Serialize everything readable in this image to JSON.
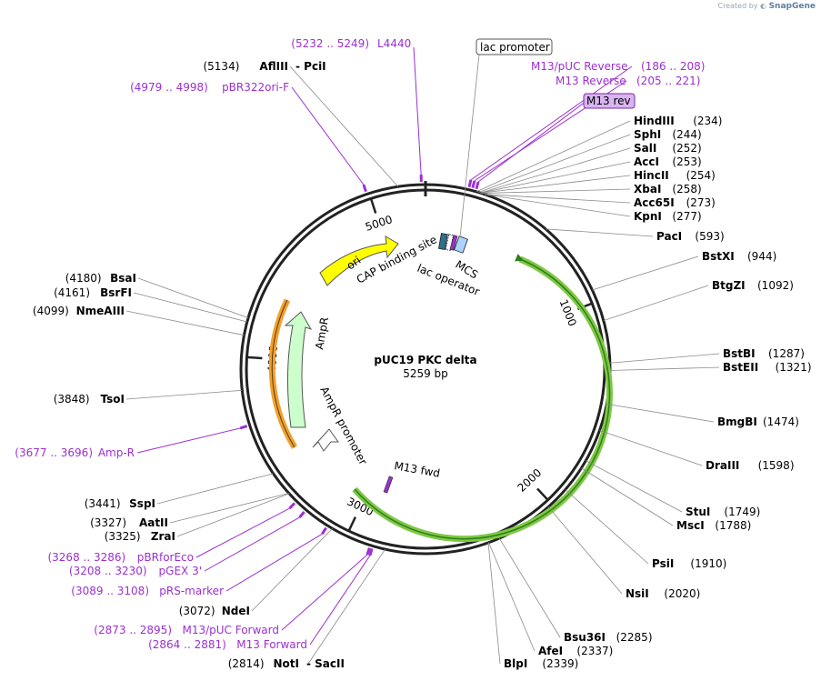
{
  "header": {
    "created_by": "Created by",
    "app_name": "SnapGene"
  },
  "plasmid": {
    "name": "pUC19 PKC delta",
    "length_label": "5259 bp",
    "length": 5259
  },
  "ticks": [
    {
      "pos": 1000,
      "label": "1000"
    },
    {
      "pos": 2000,
      "label": "2000"
    },
    {
      "pos": 3000,
      "label": "3000"
    },
    {
      "pos": 4000,
      "label": "4000"
    },
    {
      "pos": 5000,
      "label": "5000"
    }
  ],
  "enzymes": [
    {
      "name": "HindIII",
      "pos_label": "(234)",
      "pos": 234
    },
    {
      "name": "SphI",
      "pos_label": "(244)",
      "pos": 244
    },
    {
      "name": "SalI",
      "pos_label": "(252)",
      "pos": 252
    },
    {
      "name": "AccI",
      "pos_label": "(253)",
      "pos": 253
    },
    {
      "name": "HincII",
      "pos_label": "(254)",
      "pos": 254
    },
    {
      "name": "XbaI",
      "pos_label": "(258)",
      "pos": 258
    },
    {
      "name": "Acc65I",
      "pos_label": "(273)",
      "pos": 273
    },
    {
      "name": "KpnI",
      "pos_label": "(277)",
      "pos": 277
    },
    {
      "name": "PacI",
      "pos_label": "(593)",
      "pos": 593
    },
    {
      "name": "BstXI",
      "pos_label": "(944)",
      "pos": 944
    },
    {
      "name": "BtgZI",
      "pos_label": "(1092)",
      "pos": 1092
    },
    {
      "name": "BstBI",
      "pos_label": "(1287)",
      "pos": 1287
    },
    {
      "name": "BstEII",
      "pos_label": "(1321)",
      "pos": 1321
    },
    {
      "name": "BmgBI",
      "pos_label": "(1474)",
      "pos": 1474
    },
    {
      "name": "DraIII",
      "pos_label": "(1598)",
      "pos": 1598
    },
    {
      "name": "StuI",
      "pos_label": "(1749)",
      "pos": 1749
    },
    {
      "name": "MscI",
      "pos_label": "(1788)",
      "pos": 1788
    },
    {
      "name": "PsiI",
      "pos_label": "(1910)",
      "pos": 1910
    },
    {
      "name": "NsiI",
      "pos_label": "(2020)",
      "pos": 2020
    },
    {
      "name": "Bsu36I",
      "pos_label": "(2285)",
      "pos": 2285
    },
    {
      "name": "AfeI",
      "pos_label": "(2337)",
      "pos": 2337
    },
    {
      "name": "BlpI",
      "pos_label": "(2339)",
      "pos": 2339
    },
    {
      "name": "NotI",
      "pos_label": "(2814)",
      "pos": 2814,
      "joined": "SacII"
    },
    {
      "name": "NdeI",
      "pos_label": "(3072)",
      "pos": 3072
    },
    {
      "name": "ZraI",
      "pos_label": "(3325)",
      "pos": 3325
    },
    {
      "name": "AatII",
      "pos_label": "(3327)",
      "pos": 3327
    },
    {
      "name": "SspI",
      "pos_label": "(3441)",
      "pos": 3441
    },
    {
      "name": "TsoI",
      "pos_label": "(3848)",
      "pos": 3848
    },
    {
      "name": "NmeAIII",
      "pos_label": "(4099)",
      "pos": 4099
    },
    {
      "name": "BsrFI",
      "pos_label": "(4161)",
      "pos": 4161
    },
    {
      "name": "BsaI",
      "pos_label": "(4180)",
      "pos": 4180
    },
    {
      "name": "AflIII",
      "pos_label": "(5134)",
      "pos": 5134,
      "joined": "PciI"
    }
  ],
  "primers": [
    {
      "name": "L4440",
      "range": "(5232 .. 5249)",
      "pos": 5240
    },
    {
      "name": "pBR322ori-F",
      "range": "(4979 .. 4998)",
      "pos": 4988
    },
    {
      "name": "M13/pUC Reverse",
      "range": "(186 .. 208)",
      "pos": 197
    },
    {
      "name": "M13 Reverse",
      "range": "(205 .. 221)",
      "pos": 213
    },
    {
      "name": "M13 rev",
      "range": "",
      "pos": 230,
      "boxed": true
    },
    {
      "name": "Amp-R",
      "range": "(3677 .. 3696)",
      "pos": 3686
    },
    {
      "name": "pBRforEco",
      "range": "(3268 .. 3286)",
      "pos": 3277
    },
    {
      "name": "pGEX 3'",
      "range": "(3208 .. 3230)",
      "pos": 3219
    },
    {
      "name": "pRS-marker",
      "range": "(3089 .. 3108)",
      "pos": 3098
    },
    {
      "name": "M13/pUC Forward",
      "range": "(2873 .. 2895)",
      "pos": 2884
    },
    {
      "name": "M13 Forward",
      "range": "(2864 .. 2881)",
      "pos": 2872
    }
  ],
  "features": {
    "lac_promoter": "lac promoter",
    "cap_binding_site": "CAP binding site",
    "lac_operator": "lac operator",
    "mcs": "MCS",
    "ori": "ori",
    "ampr": "AmpR",
    "ampr_promoter": "AmpR promoter",
    "m13_fwd": "M13 fwd"
  },
  "colors": {
    "backbone": "#222222",
    "primer": "#9b30d0",
    "ori": "#ffff00",
    "ampr": "#ccffcc",
    "insert_outline": "#7ec843",
    "insert_inner": "#2e7d1e",
    "orange": "#f0a030",
    "mcs_blue": "#a8d4ff",
    "cap_teal": "#2f6f8a"
  }
}
